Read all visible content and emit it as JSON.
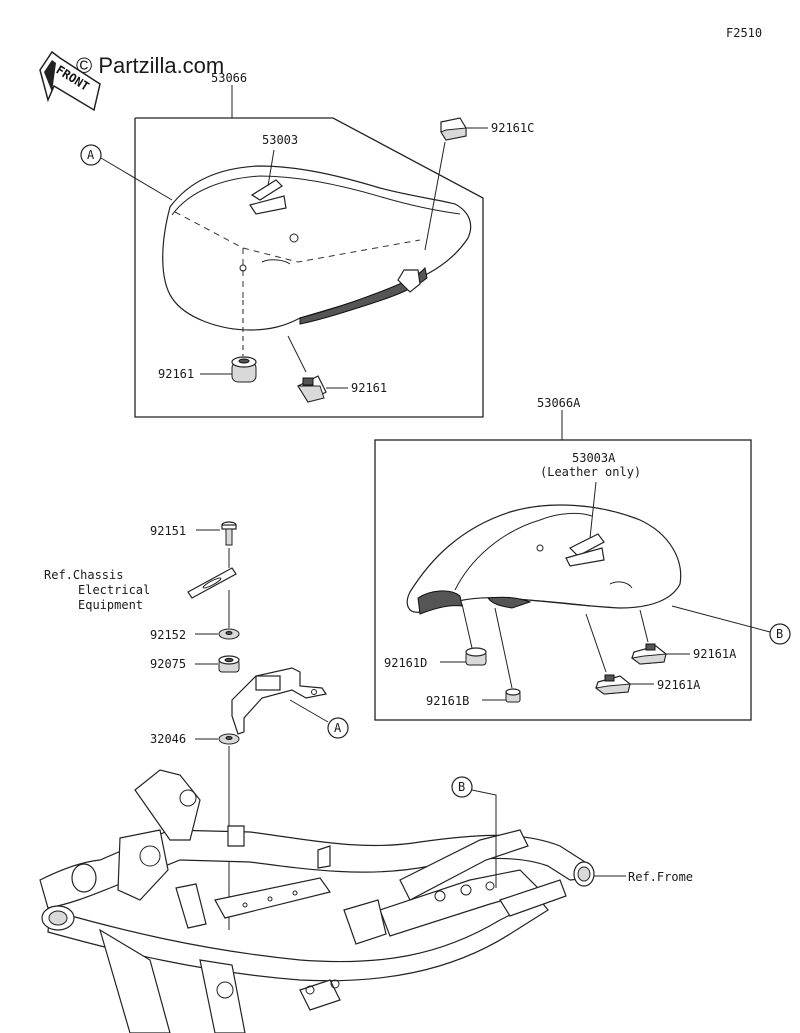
{
  "figure_code": "F2510",
  "watermark": "© Partzilla.com",
  "front_arrow_label": "FRONT",
  "labels": {
    "rider_seat_assy": "53066",
    "rider_seat_cover": "53003",
    "damper_c": "92161C",
    "ref_a_top": "A",
    "damper_left": "92161",
    "damper_right": "92161",
    "pillion_seat_assy": "53066A",
    "pillion_seat_cover": "53003A",
    "leather_only": "(Leather only)",
    "ref_b_right": "B",
    "damper_d": "92161D",
    "damper_a_upper": "92161A",
    "damper_b": "92161B",
    "damper_a_lower": "92161A",
    "bolt": "92151",
    "ref_chassis_1": "Ref.Chassis",
    "ref_chassis_2": "Electrical",
    "ref_chassis_3": "Equipment",
    "washer": "92152",
    "grommet": "92075",
    "bracket": "32046",
    "ref_a_bracket": "A",
    "ref_b_frame": "B",
    "ref_frame": "Ref.Frome"
  }
}
